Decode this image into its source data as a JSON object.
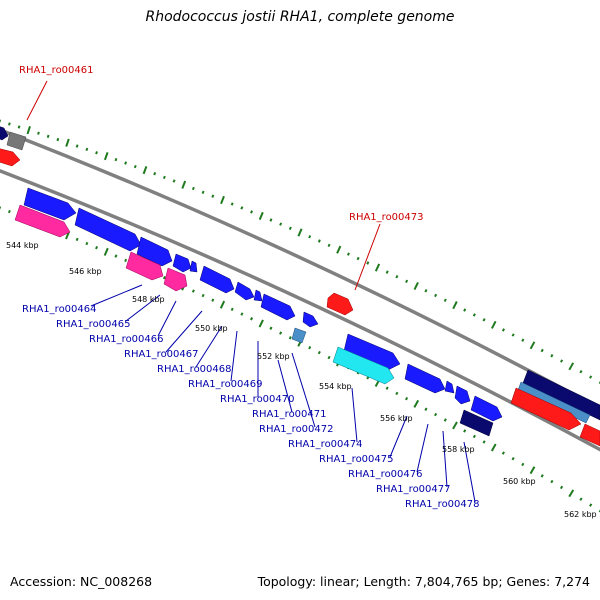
{
  "title": "Rhodococcus jostii RHA1, complete genome",
  "footer": {
    "accession": "Accession: NC_008268",
    "topology": "Topology: linear; Length: 7,804,765 bp; Genes: 7,274"
  },
  "colors": {
    "backbone": "#808080",
    "ruler": "#1f7a1f",
    "forward_gene": "#1a1aff",
    "reverse_gene": "#ff1a1a",
    "rrna": "#ff2aa0",
    "cyan_gene": "#22e6f0",
    "navy_gene": "#0a0a6e",
    "steel_gene": "#4a8fc8",
    "gray_gene": "#808080",
    "label_blue": "#0000aa",
    "label_red": "#cc0000"
  },
  "scale_labels": [
    "544 kbp",
    "546 kbp",
    "548 kbp",
    "550 kbp",
    "552 kbp",
    "554 kbp",
    "556 kbp",
    "558 kbp",
    "560 kbp",
    "562 kbp"
  ],
  "gene_labels": [
    {
      "text": "RHA1_ro00461",
      "color": "red"
    },
    {
      "text": "RHA1_ro00473",
      "color": "red"
    },
    {
      "text": "RHA1_ro00464",
      "color": "blue"
    },
    {
      "text": "RHA1_ro00465",
      "color": "blue"
    },
    {
      "text": "RHA1_ro00466",
      "color": "blue"
    },
    {
      "text": "RHA1_ro00467",
      "color": "blue"
    },
    {
      "text": "RHA1_ro00468",
      "color": "blue"
    },
    {
      "text": "RHA1_ro00469",
      "color": "blue"
    },
    {
      "text": "RHA1_ro00470",
      "color": "blue"
    },
    {
      "text": "RHA1_ro00471",
      "color": "blue"
    },
    {
      "text": "RHA1_ro00472",
      "color": "blue"
    },
    {
      "text": "RHA1_ro00474",
      "color": "blue"
    },
    {
      "text": "RHA1_ro00475",
      "color": "blue"
    },
    {
      "text": "RHA1_ro00476",
      "color": "blue"
    },
    {
      "text": "RHA1_ro00477",
      "color": "blue"
    },
    {
      "text": "RHA1_ro00478",
      "color": "blue"
    }
  ]
}
